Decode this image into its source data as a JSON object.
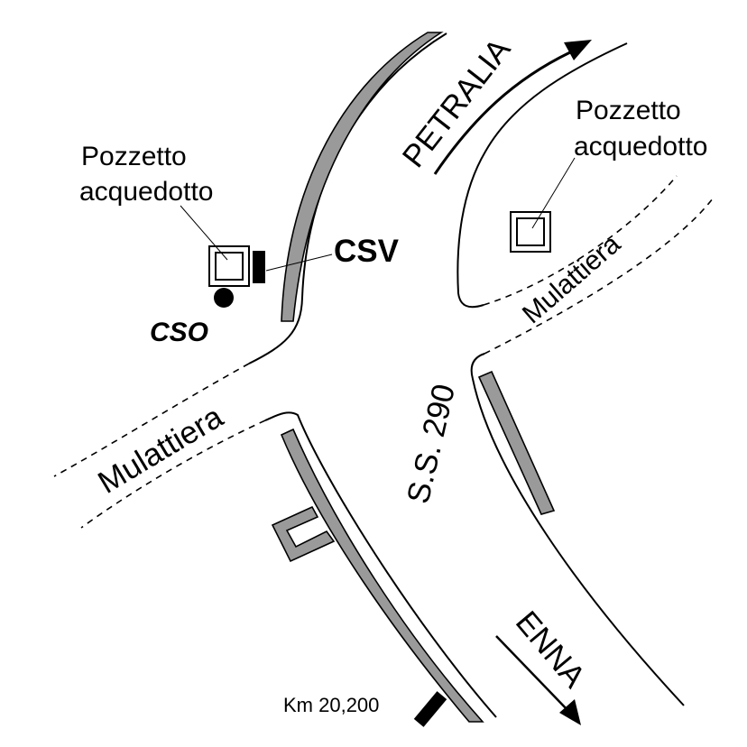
{
  "labels": {
    "road": "S.S. 290",
    "to_north": "PETRALIA",
    "to_south": "ENNA",
    "track_west": "Mulattiera",
    "track_east": "Mulattiera",
    "manhole_left_line1": "Pozzetto",
    "manhole_left_line2": "acquedotto",
    "manhole_right_line1": "Pozzetto",
    "manhole_right_line2": "acquedotto",
    "csv": "CSV",
    "cso": "CSO",
    "km_marker": "Km 20,200"
  },
  "colors": {
    "guardrail_fill": "#9a9a9a",
    "ink": "#000000",
    "background": "#ffffff"
  }
}
